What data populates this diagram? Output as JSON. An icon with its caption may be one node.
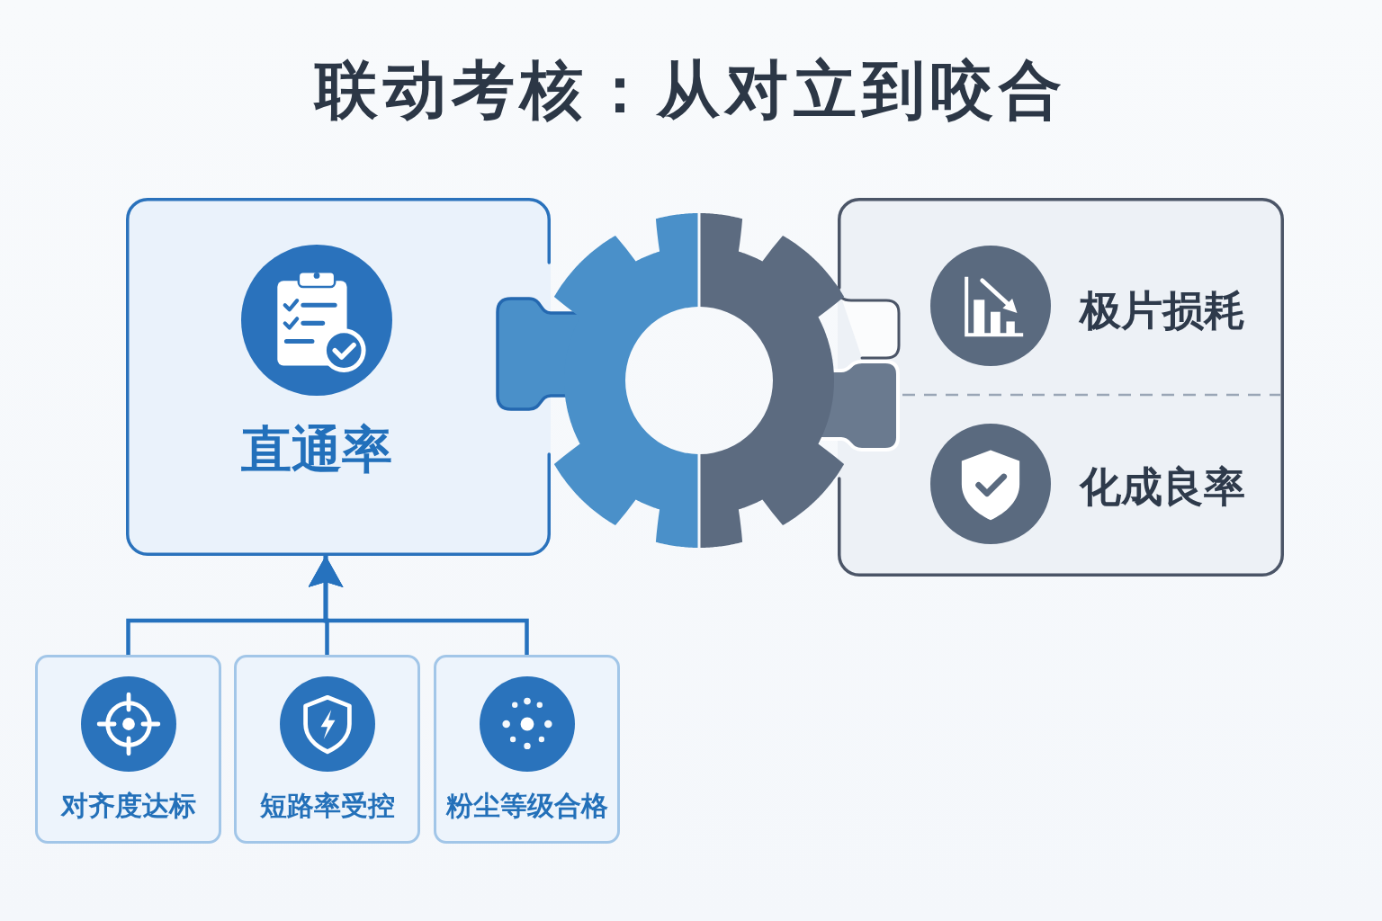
{
  "diagram": {
    "title": "联动考核：从对立到咬合",
    "nodes": [
      {
        "text": [
          "直通率"
        ]
      },
      {
        "text": [
          "极片损耗",
          "化成良率"
        ]
      },
      {
        "text": [
          "对齐度达标"
        ]
      },
      {
        "text": [
          "短路率受控"
        ]
      },
      {
        "text": [
          "粉尘等级合格"
        ]
      }
    ],
    "edges": [
      {
        "from": 2,
        "to": 0,
        "arrow": "to"
      },
      {
        "from": 3,
        "to": 0,
        "arrow": "to"
      },
      {
        "from": 4,
        "to": 0,
        "arrow": "to"
      }
    ]
  }
}
